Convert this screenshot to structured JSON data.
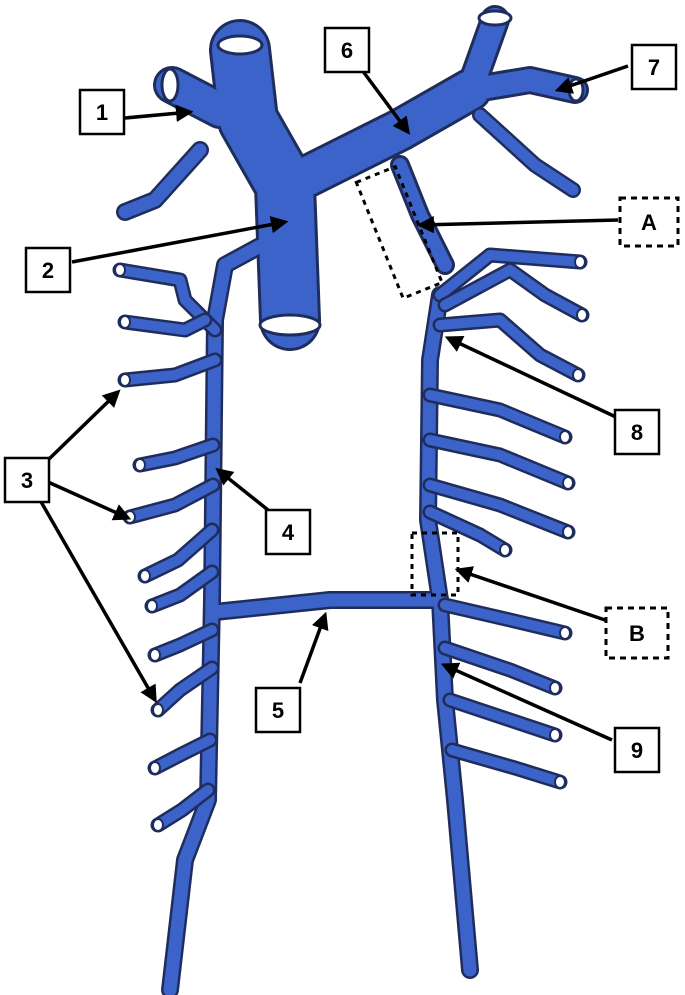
{
  "labels": {
    "l1": "1",
    "l2": "2",
    "l3": "3",
    "l4": "4",
    "l5": "5",
    "l6": "6",
    "l7": "7",
    "l8": "8",
    "l9": "9",
    "lA": "A",
    "lB": "B"
  },
  "colors": {
    "vein": "#3c63c9",
    "outline": "#1f2d5c",
    "background": "#ffffff"
  }
}
